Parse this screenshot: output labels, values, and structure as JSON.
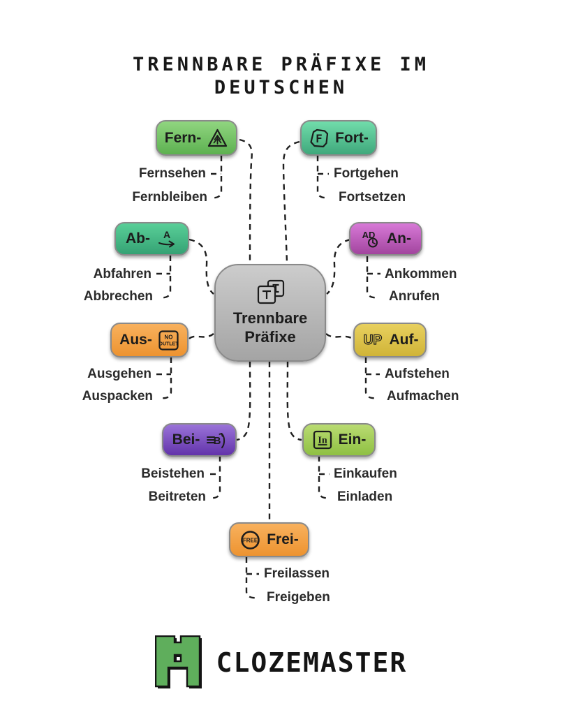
{
  "title": {
    "line1": "Trennbare Präfixe im",
    "line2": "Deutschen"
  },
  "center_node": {
    "line1": "Trennbare",
    "line2": "Präfixe",
    "icon": "translate-icon",
    "color_top": "#cccccc",
    "color_bottom": "#a4a4a4"
  },
  "nodes": [
    {
      "id": "fern",
      "label": "Fern-",
      "icon": "forest-sign-icon",
      "color_top": "#90d580",
      "color_bottom": "#5db150",
      "examples": [
        "Fernsehen",
        "Fernbleiben"
      ]
    },
    {
      "id": "fort",
      "label": "Fort-",
      "icon": "fortnite-f-icon",
      "color_top": "#71dcab",
      "color_bottom": "#3fa87c",
      "examples": [
        "Fortgehen",
        "Fortsetzen"
      ]
    },
    {
      "id": "ab",
      "label": "Ab-",
      "icon": "letter-a-arrow-icon",
      "color_top": "#59cf98",
      "color_bottom": "#35a274",
      "examples": [
        "Abfahren",
        "Abbrechen"
      ]
    },
    {
      "id": "an",
      "label": "An-",
      "icon": "ad-clock-icon",
      "color_top": "#d779d7",
      "color_bottom": "#a2459e",
      "examples": [
        "Ankommen",
        "Anrufen"
      ]
    },
    {
      "id": "aus",
      "label": "Aus-",
      "icon": "no-outlet-sign-icon",
      "color_top": "#f8b15e",
      "color_bottom": "#ed9330",
      "examples": [
        "Ausgehen",
        "Auspacken"
      ]
    },
    {
      "id": "auf",
      "label": "Auf-",
      "icon": "up-icon",
      "color_top": "#e8d05f",
      "color_bottom": "#d0b437",
      "examples": [
        "Aufstehen",
        "Aufmachen"
      ]
    },
    {
      "id": "bei",
      "label": "Bei-",
      "icon": "join-b-arrow-icon",
      "color_top": "#9a73d8",
      "color_bottom": "#6233aa",
      "examples": [
        "Beistehen",
        "Beitreten"
      ]
    },
    {
      "id": "ein",
      "label": "Ein-",
      "icon": "in-box-icon",
      "color_top": "#b9db72",
      "color_bottom": "#8fc043",
      "examples": [
        "Einkaufen",
        "Einladen"
      ]
    },
    {
      "id": "frei",
      "label": "Frei-",
      "icon": "free-stamp-icon",
      "color_top": "#f8b15e",
      "color_bottom": "#ed9330",
      "examples": [
        "Freilassen",
        "Freigeben"
      ]
    }
  ],
  "icon_texts": {
    "fort": "F",
    "ab": "A",
    "an": "AD",
    "aus_line1": "NO",
    "aus_line2": "OUTLET",
    "auf": "UP",
    "bei": "B",
    "ein": "In",
    "frei": "FREE",
    "center_t": "T",
    "center_i": "I"
  },
  "footer": {
    "brand": "Clozemaster",
    "logo_color": "#5fae5c"
  },
  "line_color": "#1f1f1f"
}
